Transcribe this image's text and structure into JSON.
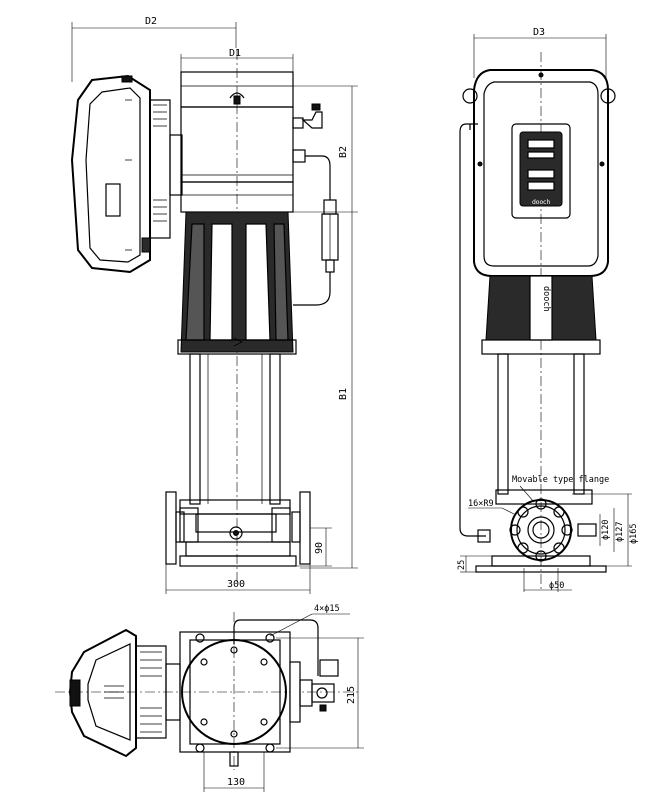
{
  "front_view": {
    "dims": {
      "d2": "D2",
      "d1": "D1",
      "b2": "B2",
      "b1": "B1",
      "width_300": "300",
      "height_90": "90"
    }
  },
  "side_view": {
    "dims": {
      "d3": "D3",
      "flange_note": "Movable type flange",
      "bolt_pattern": "16×R9",
      "phi120": "ϕ120",
      "phi127": "ϕ127",
      "phi165": "ϕ165",
      "base_25": "25",
      "phi50": "ϕ50"
    },
    "controller_brand": "dooch",
    "motor_brand": "dooch"
  },
  "top_view": {
    "dims": {
      "holes": "4×ϕ15",
      "depth_215": "215",
      "width_130": "130"
    }
  }
}
